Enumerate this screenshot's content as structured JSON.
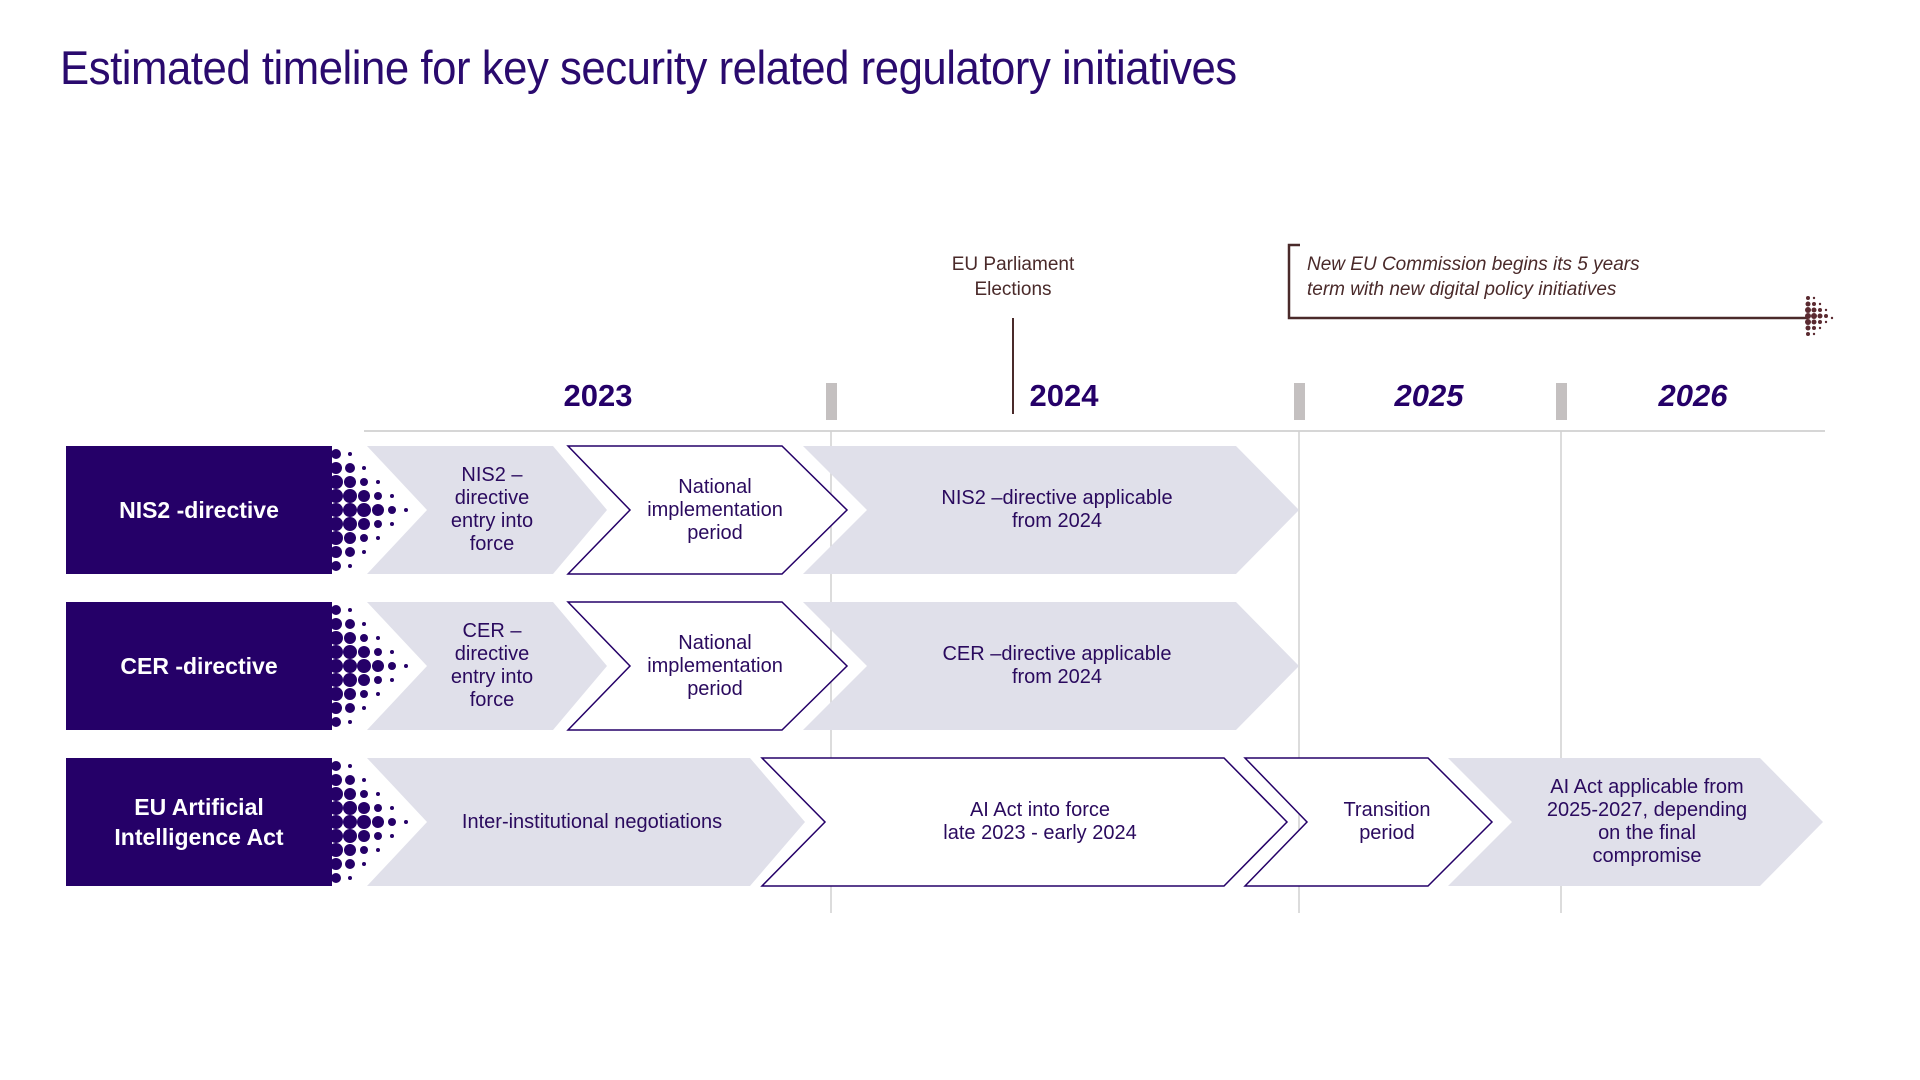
{
  "title": "Estimated timeline for key security related regulatory initiatives",
  "colors": {
    "label_bg": "#250068",
    "chevron_gray": "#e0e0ea",
    "outline": "#250068",
    "text": "#2a0a5e",
    "annotation": "#4a2a2a",
    "gridline": "#d0d0d0",
    "year_separator": "#c4c0c0"
  },
  "years": [
    {
      "label": "2023",
      "italic": false
    },
    {
      "label": "2024",
      "italic": false
    },
    {
      "label": "2025",
      "italic": true
    },
    {
      "label": "2026",
      "italic": true
    }
  ],
  "annotations": {
    "parliament": "EU Parliament\nElections",
    "commission": "New  EU Commission begins its 5 years\nterm with new digital policy initiatives"
  },
  "rows": [
    {
      "label": "NIS2 -directive",
      "stages": [
        {
          "text": "NIS2 –\ndirective\nentry into\nforce",
          "style": "filled"
        },
        {
          "text": "National\nimplementation\nperiod",
          "style": "outline"
        },
        {
          "text": "NIS2 –directive applicable\nfrom 2024",
          "style": "filled"
        }
      ]
    },
    {
      "label": "CER -directive",
      "stages": [
        {
          "text": "CER –\ndirective\nentry into\nforce",
          "style": "filled"
        },
        {
          "text": "National\nimplementation\nperiod",
          "style": "outline"
        },
        {
          "text": "CER –directive applicable\nfrom 2024",
          "style": "filled"
        }
      ]
    },
    {
      "label": "EU Artificial\nIntelligence Act",
      "stages": [
        {
          "text": "Inter-institutional negotiations",
          "style": "filled"
        },
        {
          "text": "AI Act into force\nlate 2023 - early 2024",
          "style": "outline"
        },
        {
          "text": "Transition\nperiod",
          "style": "outline"
        },
        {
          "text": "AI Act applicable from\n2025-2027, depending\non the final\ncompromise",
          "style": "filled"
        }
      ]
    }
  ]
}
